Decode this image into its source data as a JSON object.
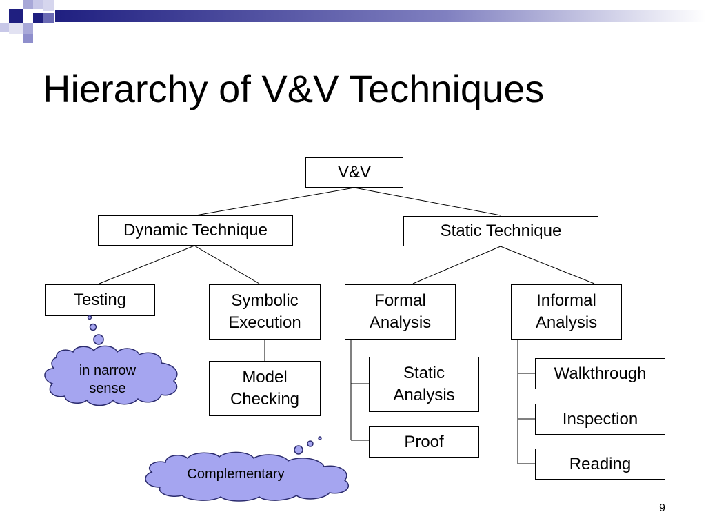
{
  "slide": {
    "title": "Hierarchy of V&V Techniques",
    "page_number": "9"
  },
  "diagram": {
    "root": "V&V",
    "dynamic": "Dynamic Technique",
    "static": "Static Technique",
    "testing": "Testing",
    "symbolic": "Symbolic\nExecution",
    "model_checking": "Model\nChecking",
    "formal": "Formal\nAnalysis",
    "informal": "Informal\nAnalysis",
    "static_analysis": "Static\nAnalysis",
    "proof": "Proof",
    "walkthrough": "Walkthrough",
    "inspection": "Inspection",
    "reading": "Reading"
  },
  "callouts": {
    "narrow": "in narrow\nsense",
    "complementary": "Complementary"
  },
  "colors": {
    "cloud_fill": "#a5a5f0",
    "cloud_stroke": "#2b2b6e",
    "deco_dark": "#1f1f80",
    "deco_light": "#a8a8d8"
  }
}
